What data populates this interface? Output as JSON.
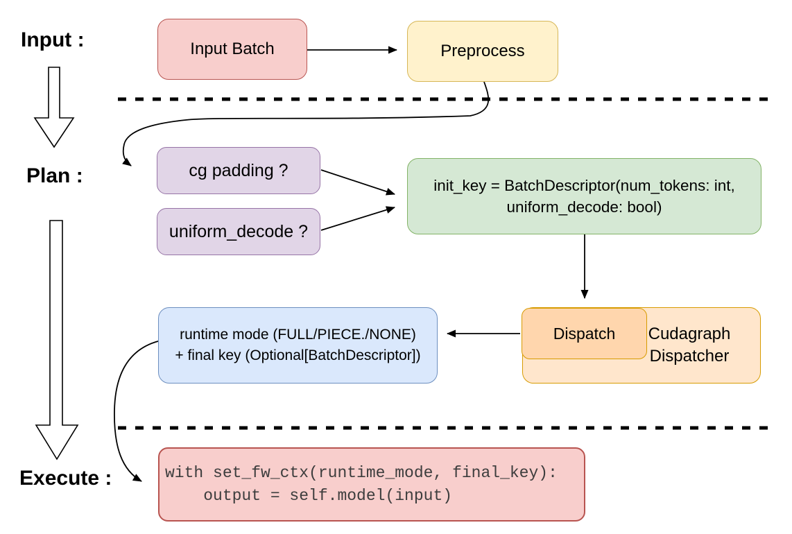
{
  "stages": {
    "input_label": "Input :",
    "plan_label": "Plan :",
    "execute_label": "Execute :"
  },
  "nodes": {
    "input_batch": {
      "label": "Input Batch",
      "fill": "#f8cecc",
      "stroke": "#b85450"
    },
    "preprocess": {
      "label": "Preprocess",
      "fill": "#fff2cc",
      "stroke": "#d6b656"
    },
    "cg_padding": {
      "label": "cg padding ?",
      "fill": "#e1d5e7",
      "stroke": "#9673a6"
    },
    "uniform_decode": {
      "label": "uniform_decode ?",
      "fill": "#e1d5e7",
      "stroke": "#9673a6"
    },
    "init_key": {
      "line1": "init_key = BatchDescriptor(num_tokens: int,",
      "line2": "uniform_decode: bool)",
      "fill": "#d5e8d4",
      "stroke": "#82b366"
    },
    "dispatch": {
      "label": "Dispatch",
      "fill": "#ffd6ad",
      "stroke": "#d79b00"
    },
    "cudagraph_dispatcher": {
      "label": "Cudagraph Dispatcher",
      "fill": "#ffe6cc",
      "stroke": "#d79b00"
    },
    "runtime_mode": {
      "line1": "runtime mode (FULL/PIECE./NONE)",
      "line2": "+ final key (Optional[BatchDescriptor])",
      "fill": "#dae8fc",
      "stroke": "#6c8ebf"
    },
    "execute_code": {
      "line1": "with set_fw_ctx(runtime_mode, final_key):",
      "line2": "    output = self.model(input)",
      "fill": "#f8cecc",
      "stroke": "#b85450"
    }
  },
  "colors": {
    "connector": "#000000",
    "background": "#ffffff"
  }
}
